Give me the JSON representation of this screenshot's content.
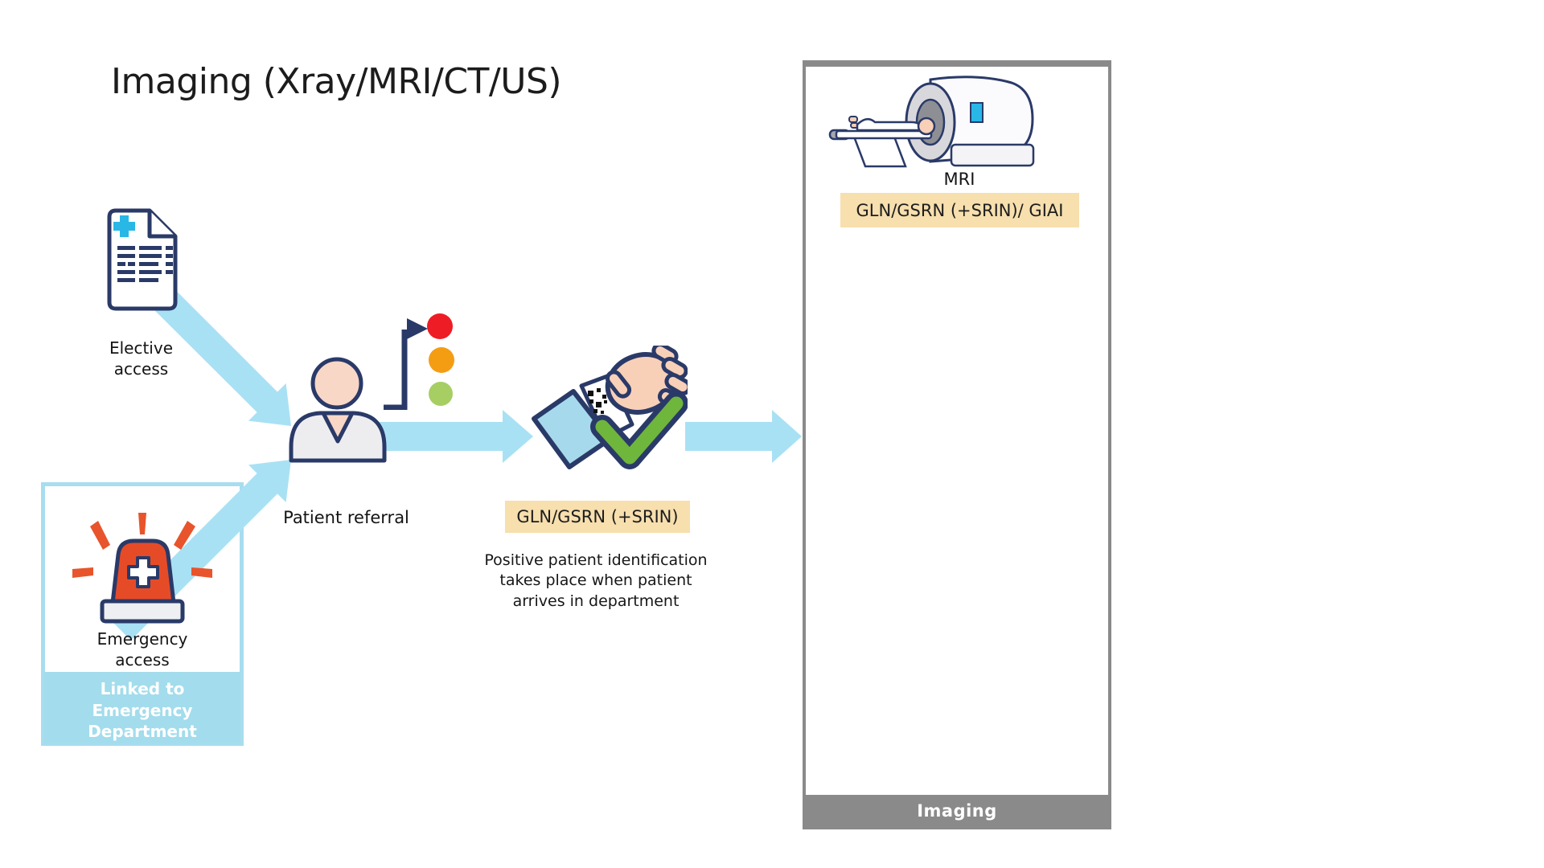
{
  "title": "Imaging (Xray/MRI/CT/US)",
  "flow": {
    "elective": {
      "label": "Elective access",
      "icon": "medical-referral-document-icon"
    },
    "emergency": {
      "label": "Emergency access",
      "banner": "Linked to Emergency Department",
      "icon": "emergency-siren-icon"
    },
    "referral": {
      "label": "Patient referral",
      "person_icon": "patient-icon",
      "status_icon": "traffic-light-icon"
    },
    "identification": {
      "tag": "GLN/GSRN (+SRIN)",
      "description": "Positive patient identification takes place when patient arrives in department",
      "icon": "wristband-scan-check-icon"
    }
  },
  "imaging_panel": {
    "modality_label": "MRI",
    "modality_icon": "mri-scanner-icon",
    "tag": "GLN/GSRN (+SRIN)/ GIAI",
    "footer_label": "Imaging"
  },
  "colors": {
    "arrow_blue": "#a9e1f4",
    "banner_blue": "#a3dcec",
    "box_border_blue": "#a8ddef",
    "tag_wheat": "#f7dfae",
    "panel_gray": "#8a8a8a",
    "outline_navy": "#2a3a68",
    "traffic_red": "#ee1c25",
    "traffic_amber": "#f49d13",
    "traffic_green": "#a6ce63",
    "check_green": "#6fb63d",
    "alert_red": "#e64b28",
    "skin_tone": "#f8d7c6",
    "medical_cyan": "#29b7e6"
  }
}
